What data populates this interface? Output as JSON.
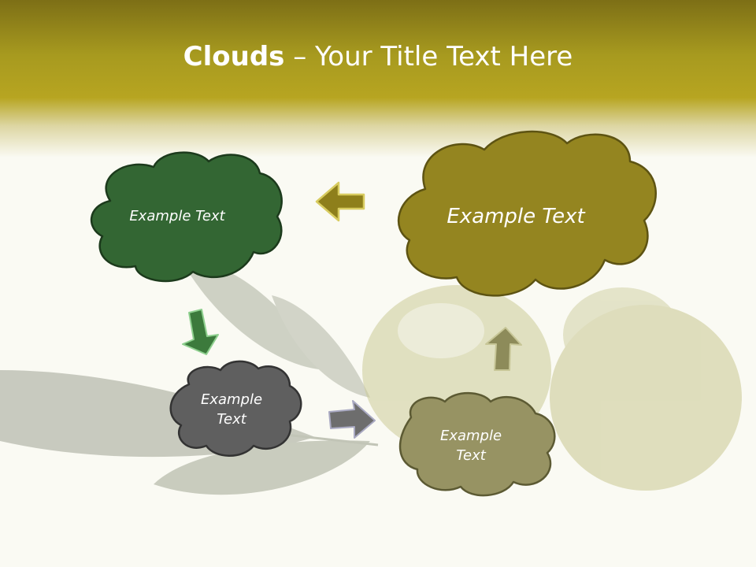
{
  "slide": {
    "title_bold": "Clouds",
    "title_rest": " – Your Title Text Here"
  },
  "clouds": [
    {
      "id": "dark-green",
      "label": "Example Text",
      "fill": "#336633",
      "stroke": "#1c3a1c"
    },
    {
      "id": "olive",
      "label": "Example Text",
      "fill": "#948520",
      "stroke": "#5d5312"
    },
    {
      "id": "gray",
      "label": "Example Text",
      "fill": "#5f5f5f",
      "stroke": "#333333"
    },
    {
      "id": "khaki",
      "label": "Example Text",
      "fill": "#979363",
      "stroke": "#5c5a33"
    }
  ],
  "arrows": [
    {
      "id": "arrow-left",
      "direction": "left",
      "color": "#8e7f1b"
    },
    {
      "id": "arrow-down",
      "direction": "down",
      "color": "#3c7a3c"
    },
    {
      "id": "arrow-right",
      "direction": "right",
      "color": "#6d6d6d"
    },
    {
      "id": "arrow-up",
      "direction": "up",
      "color": "#8d8b5a"
    }
  ],
  "colors": {
    "header": "#a79a1f",
    "background": "#fafaf3"
  }
}
